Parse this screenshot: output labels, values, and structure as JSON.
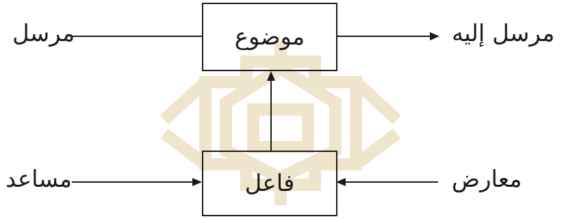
{
  "diagram": {
    "nodes": {
      "object": "موضوع",
      "subject": "فاعل"
    },
    "actors": {
      "sender": "مرسل",
      "receiver": "مرسل إليه",
      "helper": "مساعد",
      "opponent": "معارض"
    }
  },
  "colors": {
    "line": "#1a1a1a",
    "watermark": "#c9a24a"
  }
}
